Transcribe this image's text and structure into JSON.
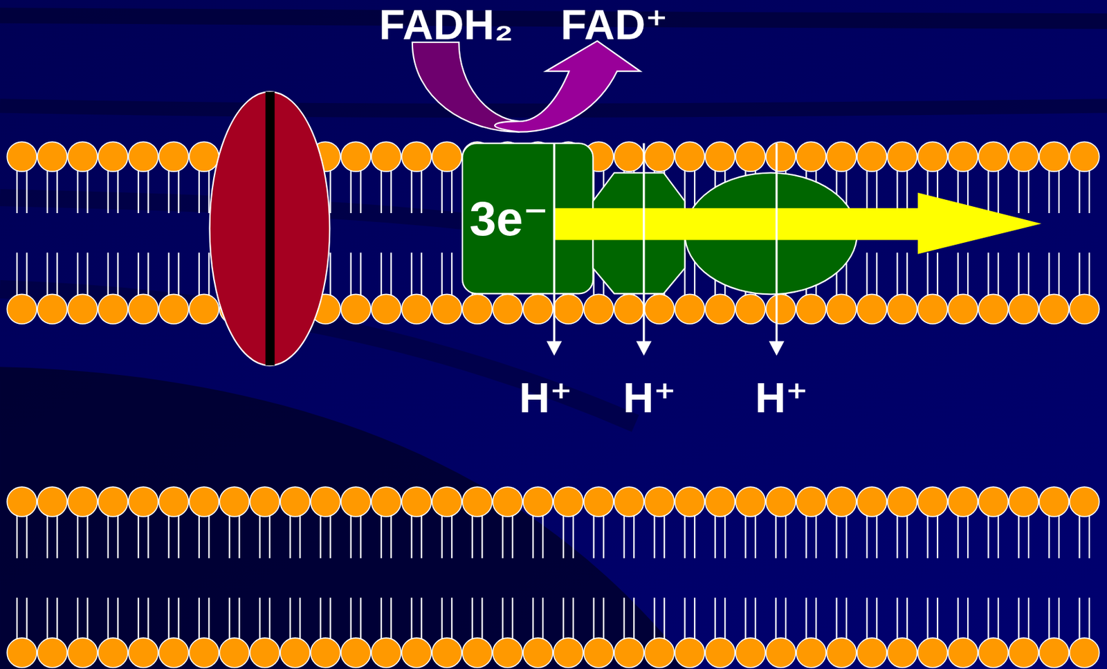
{
  "diagram": {
    "nodes": [
      {
        "text": [
          "3e⁻"
        ]
      }
    ],
    "labels": [
      "FADH₂",
      "FAD⁺",
      "H⁺",
      "H⁺",
      "H⁺"
    ]
  }
}
